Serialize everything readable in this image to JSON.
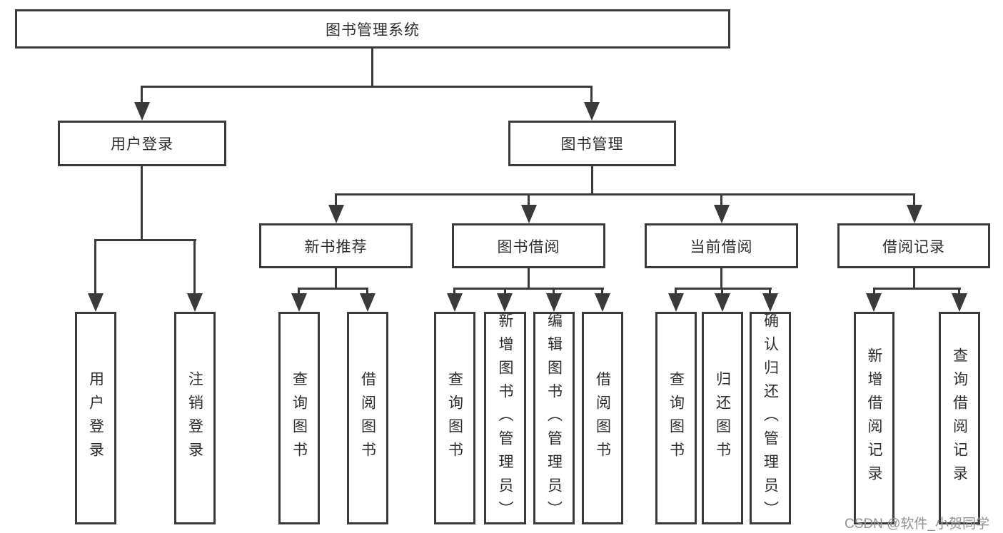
{
  "diagram_title": "图书管理系统",
  "nodes": {
    "root": "图书管理系统",
    "user_login": "用户登录",
    "book_management": "图书管理",
    "new_book_recommend": "新书推荐",
    "book_borrow": "图书借阅",
    "current_borrow": "当前借阅",
    "borrow_records": "借阅记录",
    "user_login_children": [
      "用户登录",
      "注销登录"
    ],
    "new_book_children": [
      "查询图书",
      "借阅图书"
    ],
    "book_borrow_children": [
      "查询图书",
      "新增图书（管理员）",
      "编辑图书（管理员）",
      "借阅图书"
    ],
    "current_borrow_children": [
      "查询图书",
      "归还图书",
      "确认归还（管理员）"
    ],
    "borrow_records_children": [
      "新增借阅记录",
      "查询借阅记录"
    ]
  },
  "watermark": "CSDN @软件_小贺同学",
  "colors": {
    "line": "#3a3a3a",
    "text": "#2d2d2d",
    "background": "#ffffff",
    "watermark": "#919191"
  }
}
